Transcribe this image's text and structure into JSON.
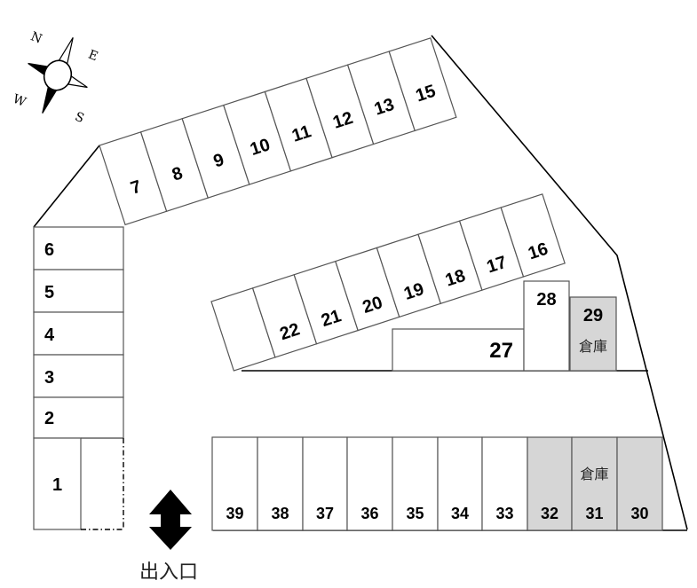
{
  "compass": {
    "north": "N",
    "east": "E",
    "south": "S",
    "west": "W"
  },
  "storage_label": "倉庫",
  "entrance_label": "出入口",
  "colors": {
    "storage_fill": "#d6d6d6",
    "stall_stroke": "#555555",
    "ink": "#000000"
  },
  "rows": {
    "top": [
      "7",
      "8",
      "9",
      "10",
      "11",
      "12",
      "13",
      "15"
    ],
    "middle": [
      "",
      "22",
      "21",
      "20",
      "19",
      "18",
      "17",
      "16"
    ],
    "left": [
      "6",
      "5",
      "4",
      "3",
      "2"
    ],
    "bottom": [
      "39",
      "38",
      "37",
      "36",
      "35",
      "34",
      "33",
      "32",
      "31",
      "30"
    ]
  },
  "stall_1": "1",
  "stall_27": "27",
  "stall_28": "28",
  "stall_29": "29",
  "storage_stalls": [
    "29",
    "32",
    "31",
    "30"
  ]
}
